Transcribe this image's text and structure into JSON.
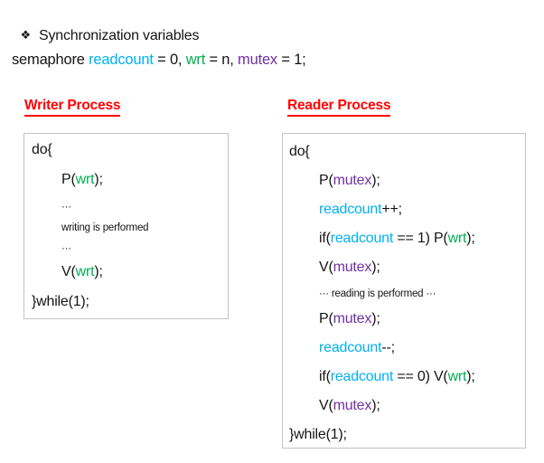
{
  "colors": {
    "black": "#141414",
    "cyan": "#00B0F0",
    "green": "#00B050",
    "purple": "#7030A0",
    "red": "#FF0000",
    "box_border": "#c4c4c4"
  },
  "title": {
    "bullet": "❖",
    "text": "Synchronization variables"
  },
  "declaration": {
    "segments": [
      {
        "text": "semaphore ",
        "color": "black"
      },
      {
        "text": "readcount",
        "color": "cyan"
      },
      {
        "text": " = 0, ",
        "color": "black"
      },
      {
        "text": "wrt",
        "color": "green"
      },
      {
        "text": " = n, ",
        "color": "black"
      },
      {
        "text": "mutex",
        "color": "purple"
      },
      {
        "text": " = 1;",
        "color": "black"
      }
    ]
  },
  "writer": {
    "heading": "Writer Process",
    "lines": [
      {
        "indent": 0,
        "size": "normal",
        "segments": [
          {
            "text": "do{",
            "color": "black"
          }
        ]
      },
      {
        "indent": 1,
        "size": "normal",
        "segments": [
          {
            "text": "P(",
            "color": "black"
          },
          {
            "text": "wrt",
            "color": "green"
          },
          {
            "text": ");",
            "color": "black"
          }
        ]
      },
      {
        "indent": 1,
        "size": "small",
        "segments": [
          {
            "text": "···",
            "color": "black"
          }
        ]
      },
      {
        "indent": 1,
        "size": "small",
        "segments": [
          {
            "text": "writing is performed",
            "color": "black"
          }
        ]
      },
      {
        "indent": 1,
        "size": "small",
        "segments": [
          {
            "text": "···",
            "color": "black"
          }
        ]
      },
      {
        "indent": 1,
        "size": "normal",
        "segments": [
          {
            "text": "V(",
            "color": "black"
          },
          {
            "text": "wrt",
            "color": "green"
          },
          {
            "text": ");",
            "color": "black"
          }
        ]
      },
      {
        "indent": 0,
        "size": "normal",
        "segments": [
          {
            "text": "}while(1);",
            "color": "black"
          }
        ]
      }
    ]
  },
  "reader": {
    "heading": "Reader Process",
    "lines": [
      {
        "indent": 0,
        "size": "normal",
        "segments": [
          {
            "text": "do{",
            "color": "black"
          }
        ]
      },
      {
        "indent": 1,
        "size": "normal",
        "segments": [
          {
            "text": "P(",
            "color": "black"
          },
          {
            "text": "mutex",
            "color": "purple"
          },
          {
            "text": ");",
            "color": "black"
          }
        ]
      },
      {
        "indent": 1,
        "size": "normal",
        "segments": [
          {
            "text": "readcount",
            "color": "cyan"
          },
          {
            "text": "++;",
            "color": "black"
          }
        ]
      },
      {
        "indent": 1,
        "size": "normal",
        "segments": [
          {
            "text": "if(",
            "color": "black"
          },
          {
            "text": "readcount",
            "color": "cyan"
          },
          {
            "text": " == 1) P(",
            "color": "black"
          },
          {
            "text": "wrt",
            "color": "green"
          },
          {
            "text": ");",
            "color": "black"
          }
        ]
      },
      {
        "indent": 1,
        "size": "normal",
        "segments": [
          {
            "text": "V(",
            "color": "black"
          },
          {
            "text": "mutex",
            "color": "purple"
          },
          {
            "text": ");",
            "color": "black"
          }
        ]
      },
      {
        "indent": 1,
        "size": "small",
        "segments": [
          {
            "text": "··· reading is performed ···",
            "color": "black"
          }
        ]
      },
      {
        "indent": 1,
        "size": "normal",
        "segments": [
          {
            "text": "P(",
            "color": "black"
          },
          {
            "text": "mutex",
            "color": "purple"
          },
          {
            "text": ");",
            "color": "black"
          }
        ]
      },
      {
        "indent": 1,
        "size": "normal",
        "segments": [
          {
            "text": "readcount",
            "color": "cyan"
          },
          {
            "text": "--;",
            "color": "black"
          }
        ]
      },
      {
        "indent": 1,
        "size": "normal",
        "segments": [
          {
            "text": "if(",
            "color": "black"
          },
          {
            "text": "readcount",
            "color": "cyan"
          },
          {
            "text": " == 0) V(",
            "color": "black"
          },
          {
            "text": "wrt",
            "color": "green"
          },
          {
            "text": ");",
            "color": "black"
          }
        ]
      },
      {
        "indent": 1,
        "size": "normal",
        "segments": [
          {
            "text": "V(",
            "color": "black"
          },
          {
            "text": "mutex",
            "color": "purple"
          },
          {
            "text": ");",
            "color": "black"
          }
        ]
      },
      {
        "indent": 0,
        "size": "normal",
        "segments": [
          {
            "text": "}while(1);",
            "color": "black"
          }
        ]
      }
    ]
  }
}
